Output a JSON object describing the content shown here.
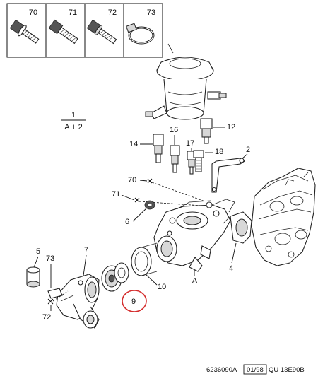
{
  "kit_parts": [
    {
      "number": "70",
      "icon": "bolt-with-washer-icon"
    },
    {
      "number": "71",
      "icon": "bolt-icon"
    },
    {
      "number": "72",
      "icon": "bolt-with-flange-icon"
    },
    {
      "number": "73",
      "icon": "hose-clamp-icon"
    }
  ],
  "reference": {
    "label": "1",
    "sublabel": "A + 2"
  },
  "callouts": {
    "c2": "2",
    "c4": "4",
    "c5": "5",
    "c6": "6",
    "c7": "7",
    "c9": "9",
    "c10": "10",
    "c12": "12",
    "c14": "14",
    "c16": "16",
    "c17": "17",
    "c18": "18",
    "c70": "70",
    "c71": "71",
    "c72": "72",
    "c73": "73",
    "cA": "A"
  },
  "highlight": {
    "part": "9",
    "color": "#d42c2c"
  },
  "footer": {
    "code": "6236090A",
    "date": "01/98",
    "ref": "QU 13E90B"
  }
}
